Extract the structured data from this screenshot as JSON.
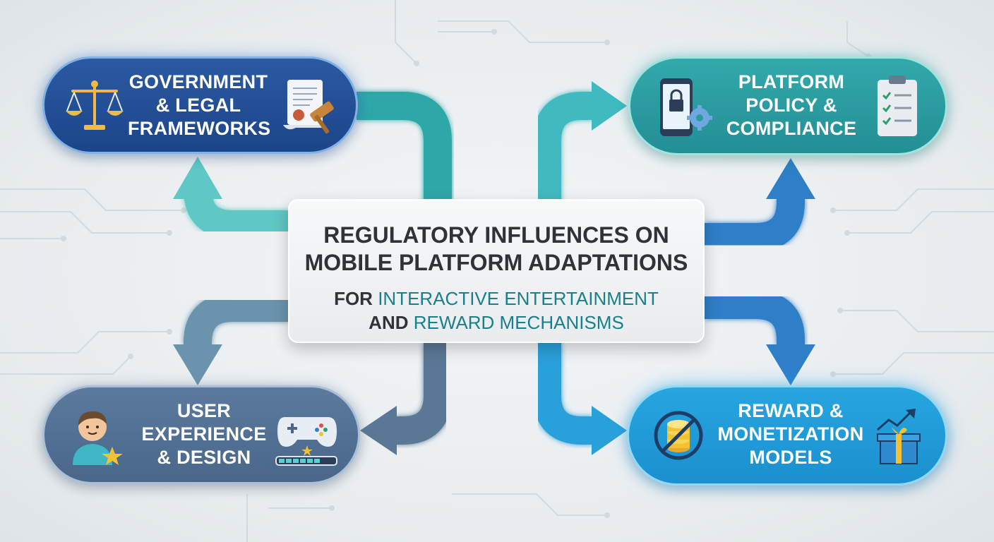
{
  "center": {
    "title_line1": "REGULATORY INFLUENCES ON",
    "title_line2": "MOBILE PLATFORM ADAPTATIONS",
    "subtitle_line1_prefix": "FOR",
    "subtitle_line1_accent": "INTERACTIVE ENTERTAINMENT",
    "subtitle_line2_prefix": "AND",
    "subtitle_line2_accent": "REWARD MECHANISMS"
  },
  "nodes": {
    "government": {
      "line1": "GOVERNMENT",
      "line2": "& LEGAL",
      "line3": "FRAMEWORKS",
      "color": "#1f4a8f",
      "icons": [
        "scales-of-justice-icon",
        "legal-document-gavel-icon"
      ]
    },
    "platform": {
      "line1": "PLATFORM",
      "line2": "POLICY &",
      "line3": "COMPLIANCE",
      "color": "#2a9a9e",
      "icons": [
        "phone-lock-gear-icon",
        "clipboard-checklist-icon"
      ]
    },
    "ux": {
      "line1": "USER",
      "line2": "EXPERIENCE",
      "line3": "& DESIGN",
      "color": "#52718f",
      "icons": [
        "user-star-icon",
        "gamepad-progress-icon"
      ]
    },
    "reward": {
      "line1": "REWARD &",
      "line2": "MONETIZATION",
      "line3": "MODELS",
      "color": "#1f9ad6",
      "icons": [
        "no-coins-icon",
        "gift-growth-icon"
      ]
    }
  },
  "colors": {
    "teal_arrow": "#3cbcbc",
    "blue_arrow": "#2f7fc8",
    "slate_arrow": "#5a7896",
    "sky_arrow": "#2aa0da",
    "accent_text": "#19808a"
  }
}
